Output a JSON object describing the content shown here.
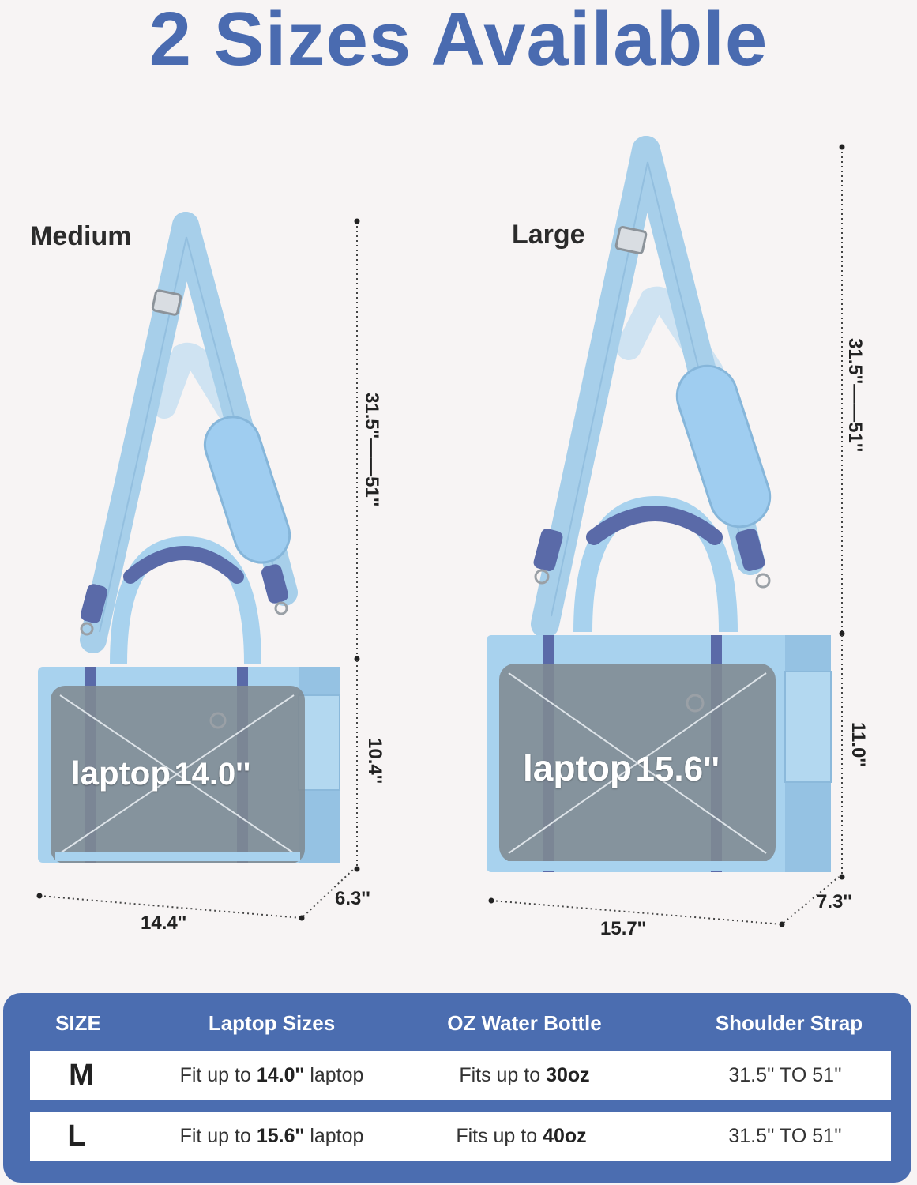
{
  "headline": "2 Sizes Available",
  "medium": {
    "label": "Medium",
    "strap_dim": "31.5''——51''",
    "height_dim": "10.4''",
    "width_dim": "14.4''",
    "depth_dim": "6.3''",
    "laptop_word": "laptop",
    "laptop_size": "14.0''"
  },
  "large": {
    "label": "Large",
    "strap_dim": "31.5''——51''",
    "height_dim": "11.0''",
    "width_dim": "15.7''",
    "depth_dim": "7.3''",
    "laptop_word": "laptop",
    "laptop_size": "15.6''"
  },
  "table": {
    "headers": [
      "SIZE",
      "Laptop Sizes",
      "OZ Water Bottle",
      "Shoulder Strap"
    ],
    "rows": [
      {
        "size": "M",
        "laptop_prefix": "Fit up to ",
        "laptop_value": "14.0''",
        "laptop_suffix": " laptop",
        "bottle_prefix": "Fits up to ",
        "bottle_value": "30oz",
        "strap": "31.5'' TO 51''"
      },
      {
        "size": "L",
        "laptop_prefix": "Fit up to ",
        "laptop_value": "15.6''",
        "laptop_suffix": " laptop",
        "bottle_prefix": "Fits up to ",
        "bottle_value": "40oz",
        "strap": "31.5'' TO 51''"
      }
    ]
  },
  "colors": {
    "headline": "#4a6bb0",
    "bag_blue": "#a8d2ee",
    "strap_blue": "#a7cfea",
    "handle_navy": "#5a6aa8",
    "laptop_grey": "#7f8a92",
    "table_blue": "#4b6db0"
  }
}
